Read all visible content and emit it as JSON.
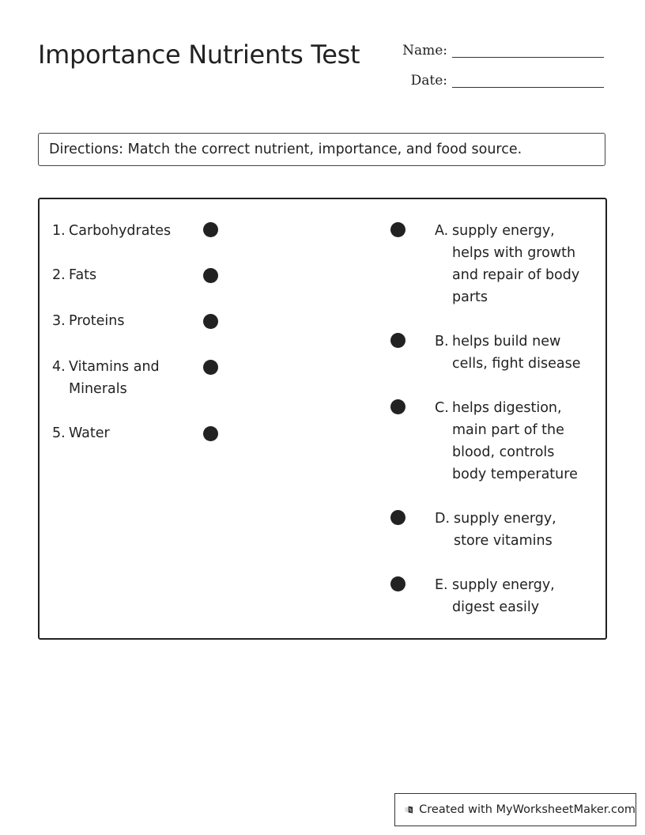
{
  "header": {
    "title": "Importance Nutrients Test",
    "name_label": "Name:",
    "date_label": "Date:"
  },
  "directions": "Directions: Match the correct nutrient, importance, and food source.",
  "left_items": [
    {
      "num": "1.",
      "text": "Carbohydrates"
    },
    {
      "num": "2.",
      "text": "Fats"
    },
    {
      "num": "3.",
      "text": "Proteins"
    },
    {
      "num": "4.",
      "text": "Vitamins and Minerals"
    },
    {
      "num": "5.",
      "text": "Water"
    }
  ],
  "right_items": [
    {
      "letter": "A.",
      "text": "supply energy, helps with growth and repair of body parts"
    },
    {
      "letter": "B.",
      "text": "helps build new cells, fight disease"
    },
    {
      "letter": "C.",
      "text": "helps digestion, main part of the blood, controls body temperature"
    },
    {
      "letter": "D.",
      "text": "supply energy, store vitamins"
    },
    {
      "letter": "E.",
      "text": "supply energy, digest easily"
    }
  ],
  "footer": {
    "icon": "worksheet-logo-icon",
    "text": "Created with MyWorksheetMaker.com"
  }
}
